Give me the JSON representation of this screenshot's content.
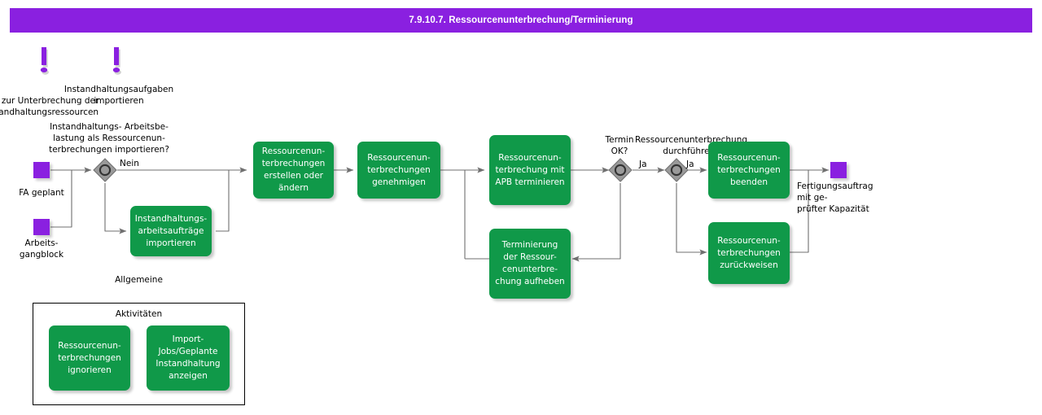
{
  "header": {
    "title": "7.9.10.7. Ressourcenunterbrechung/Terminierung"
  },
  "colors": {
    "header_bg": "#8a20e0",
    "task_fill": "#109949",
    "task_text": "#ffffff",
    "event_fill": "#8a20e0",
    "gateway_fill": "#9a9a9a",
    "edge": "#6f6f6f",
    "canvas_bg": "#ffffff"
  },
  "annotations": [
    {
      "name": "info-unterbrechung",
      "text": "Info zur Unterbrechung der\nInstandhaltungsressourcen"
    },
    {
      "name": "instandhaltungsaufgaben-importieren",
      "text": "Instandhaltungsaufgaben\nimportieren"
    },
    {
      "name": "gateway-question-arbeitsbelastung",
      "text": "Instandhaltungs- Arbeitsbe-\nlastung als  Ressourcenun-\nterbrechungen  importieren?"
    },
    {
      "name": "gateway-question-termin-ok",
      "text": "Termin\nOK?"
    },
    {
      "name": "gateway-question-durchfuehren",
      "text": "Ressourcenunterbrechung\ndurchführen?"
    },
    {
      "name": "end-event-label",
      "text": "Fertigungsauftrag mit ge-\nprüfter Kapazität"
    }
  ],
  "events": [
    {
      "name": "start-event-fa-geplant",
      "label": "FA geplant",
      "type": "start"
    },
    {
      "name": "start-event-arbeitsgangblock",
      "label": "Arbeits-\ngangblock",
      "type": "start"
    },
    {
      "name": "end-event-fertigungsauftrag",
      "label": "Fertigungsauftrag mit ge-\nprüfter Kapazität",
      "type": "end"
    }
  ],
  "gateways": [
    {
      "name": "gateway-arbeitsbelastung-importieren",
      "question": "Instandhaltungs- Arbeitsbe-\nlastung als  Ressourcenun-\nterbrechungen  importieren?"
    },
    {
      "name": "gateway-termin-ok",
      "question": "Termin\nOK?"
    },
    {
      "name": "gateway-ressourcenunterbrechung-durchfuehren",
      "question": "Ressourcenunterbrechung\ndurchführen?"
    }
  ],
  "flow_labels": [
    {
      "name": "flow-label-nein",
      "text": "Nein"
    },
    {
      "name": "flow-label-ja-1",
      "text": "Ja"
    },
    {
      "name": "flow-label-ja-2",
      "text": "Ja"
    }
  ],
  "tasks": [
    {
      "name": "task-instandhaltungsarbeitsauftraege-importieren",
      "label": "Instandhaltungs-\narbeitsaufträge\nimportieren"
    },
    {
      "name": "task-ressourcenunterbrechungen-erstellen-oder-aendern",
      "label": "Ressourcenun-\nterbrechungen\nerstellen oder\nändern"
    },
    {
      "name": "task-ressourcenunterbrechungen-genehmigen",
      "label": "Ressourcenun-\nterbrechungen\ngenehmigen"
    },
    {
      "name": "task-ressourcenunterbrechung-mit-apb-terminieren",
      "label": "Ressourcenun-\nterbrechung  mit\nAPB terminieren"
    },
    {
      "name": "task-terminierung-aufheben",
      "label": "Terminierung\nder  Ressour-\ncenunterbre-\nchung  aufheben"
    },
    {
      "name": "task-ressourcenunterbrechungen-beenden",
      "label": "Ressourcenun-\nterbrechungen\nbeenden"
    },
    {
      "name": "task-ressourcenunterbrechungen-zurueckweisen",
      "label": "Ressourcenun-\nterbrechungen\nzurückweisen"
    }
  ],
  "group": {
    "title": "Allgemeine\n\nAktivitäten",
    "tasks": [
      {
        "name": "task-ressourcenunterbrechungen-ignorieren",
        "label": "Ressourcenun-\nterbrechungen\nignorieren"
      },
      {
        "name": "task-import-jobs-geplante-instandhaltung-anzeigen",
        "label": "Import-\nJobs/Geplante\nInstandhaltung\nanzeigen"
      }
    ]
  }
}
